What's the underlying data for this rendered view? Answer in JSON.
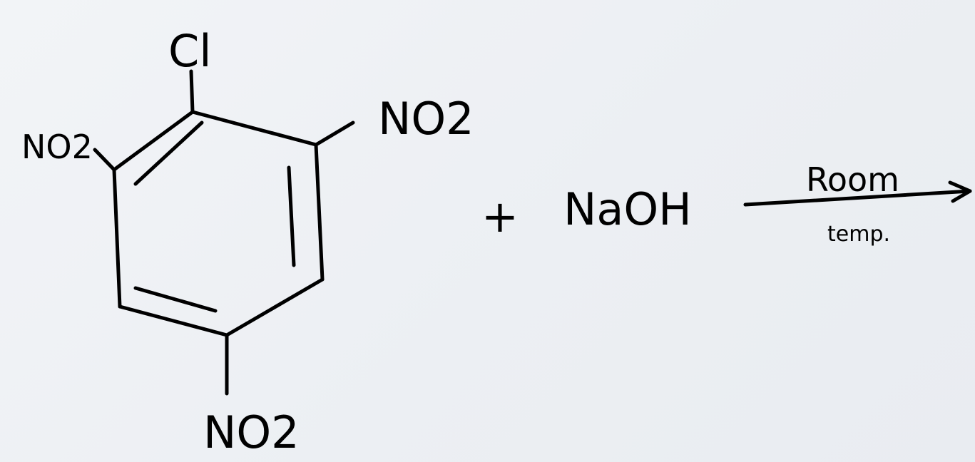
{
  "reaction": {
    "substituent_top": "Cl",
    "substituent_upper_left": "NO2",
    "substituent_upper_right": "NO2",
    "substituent_bottom": "NO2",
    "plus_sign": "+",
    "reagent": "NaOH",
    "condition_top": "Room",
    "condition_bottom": "temp."
  },
  "colors": {
    "ink": "#000000",
    "background": "#eef1f4"
  }
}
